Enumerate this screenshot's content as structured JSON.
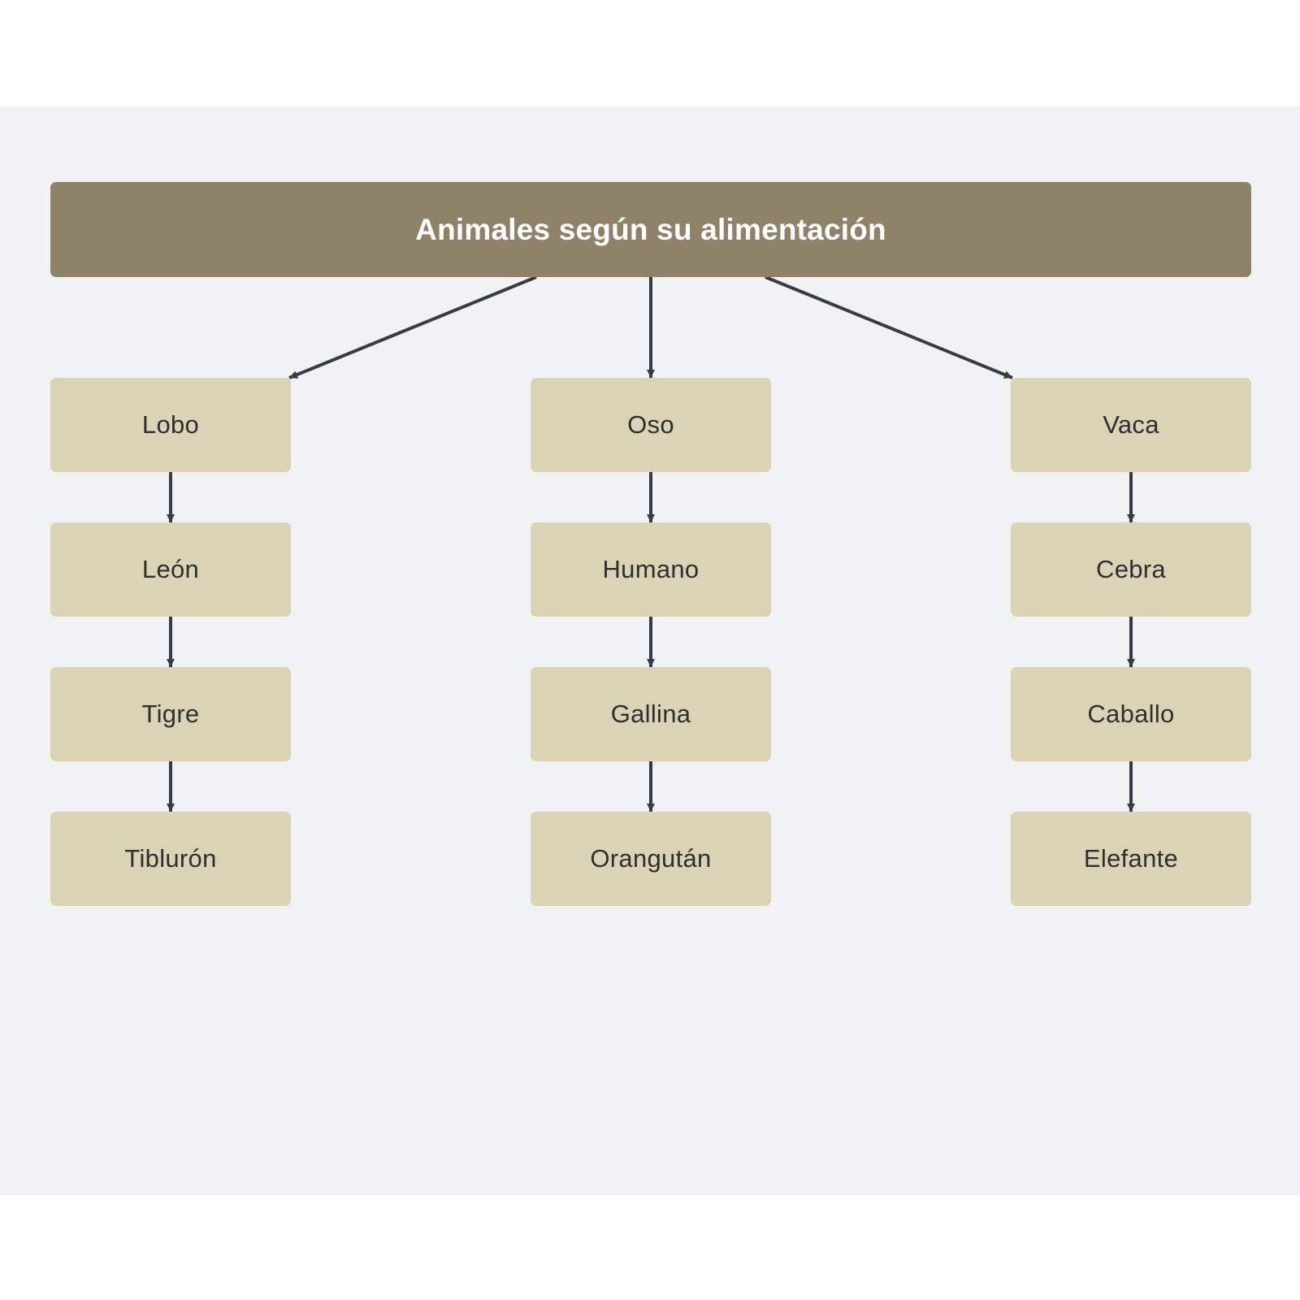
{
  "colors": {
    "canvas_background": "#f1f2f4",
    "title_fill": "#8e8368",
    "node_fill": "#dad3b6",
    "connector": "#363b45"
  },
  "diagram": {
    "title": "Animales según su alimentación",
    "columns": [
      {
        "items": [
          "Lobo",
          "León",
          "Tigre",
          "Tiblurón"
        ]
      },
      {
        "items": [
          "Oso",
          "Humano",
          "Gallina",
          "Orangután"
        ]
      },
      {
        "items": [
          "Vaca",
          "Cebra",
          "Caballo",
          "Elefante"
        ]
      }
    ],
    "edges": [
      {
        "from": "Animales según su alimentación",
        "to": "Lobo"
      },
      {
        "from": "Animales según su alimentación",
        "to": "Oso"
      },
      {
        "from": "Animales según su alimentación",
        "to": "Vaca"
      },
      {
        "from": "Lobo",
        "to": "León"
      },
      {
        "from": "León",
        "to": "Tigre"
      },
      {
        "from": "Tigre",
        "to": "Tiblurón"
      },
      {
        "from": "Oso",
        "to": "Humano"
      },
      {
        "from": "Humano",
        "to": "Gallina"
      },
      {
        "from": "Gallina",
        "to": "Orangután"
      },
      {
        "from": "Vaca",
        "to": "Cebra"
      },
      {
        "from": "Cebra",
        "to": "Caballo"
      },
      {
        "from": "Caballo",
        "to": "Elefante"
      }
    ]
  }
}
